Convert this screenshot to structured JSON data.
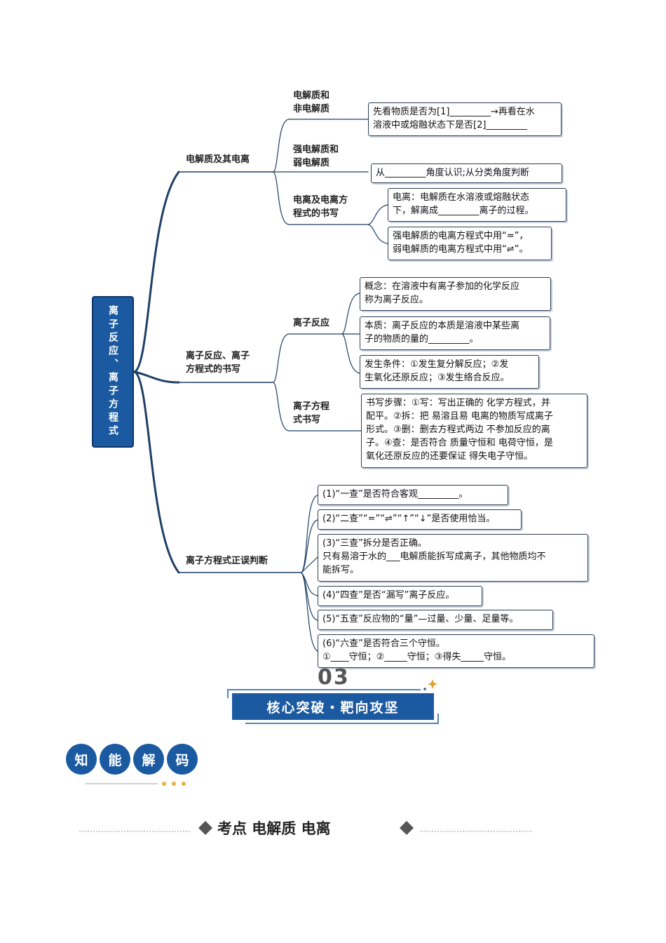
{
  "root": {
    "label": "离子反应、离子方程式"
  },
  "branches": [
    {
      "label": "电解质及其电离",
      "subs": [
        {
          "label": "电解质和\n非电解质",
          "notes": [
            "先看物质是否为[1]_________→再看在水\n溶液中或熔融状态下是否[2]_________"
          ]
        },
        {
          "label": "强电解质和\n弱电解质",
          "notes": [
            "从_________角度认识;从分类角度判断"
          ]
        },
        {
          "label": "电离及电离方\n程式的书写",
          "notes": [
            "电离：电解质在水溶液或熔融状态\n下，解离成_________离子的过程。",
            "强电解质的电离方程式中用“=”，\n弱电解质的电离方程式中用“⇌”。"
          ]
        }
      ]
    },
    {
      "label": "离子反应、离子\n方程式的书写",
      "subs": [
        {
          "label": "离子反应",
          "notes": [
            "概念：在溶液中有离子参加的化学反应\n称为离子反应。",
            "本质：离子反应的本质是溶液中某些离\n子的物质的量的_________。",
            "发生条件：①发生复分解反应；②发\n生氧化还原反应；③发生络合反应。"
          ]
        },
        {
          "label": "离子方程\n式书写",
          "notes": [
            "书写步骤：①写：写出正确的 化学方程式，并\n配平。②拆：把 易溶且易 电离的物质写成离子\n形式。③删：删去方程式两边 不参加反应的离\n子。④查：是否符合 质量守恒和 电荷守恒，是\n氧化还原反应的还要保证 得失电子守恒。"
          ]
        }
      ]
    },
    {
      "label": "离子方程式正误判断",
      "notes": [
        "(1)“一查”是否符合客观_________。",
        "(2)“二查”“=”“⇌”“↑”“↓”是否使用恰当。",
        "(3)“三查”拆分是否正确。\n只有易溶于水的___电解质能拆写成离子，其他物质均不\n能拆写。",
        "(4)“四查”是否“漏写”离子反应。",
        "(5)“五查”反应物的“量”—过量、少量、足量等。",
        "(6)“六查”是否符合三个守恒。\n①____守恒；②_____守恒；③得失_____守恒。"
      ]
    }
  ],
  "section_number": "03",
  "banner": "核心突破・靶向攻坚",
  "badge_chars": [
    "知",
    "能",
    "解",
    "码"
  ],
  "section_title": "考点  电解质  电离",
  "colors": {
    "primary": "#1b5aa0",
    "branch_line": "#1e3f66",
    "note_border": "#2c3e55"
  }
}
